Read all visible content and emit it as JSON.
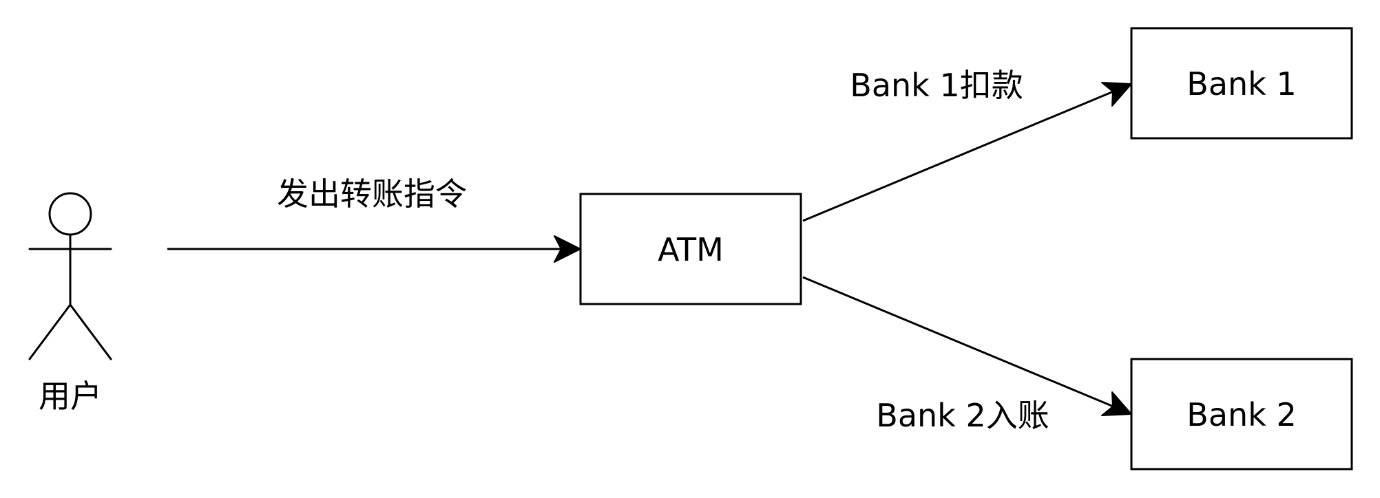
{
  "actor": {
    "label": "用户"
  },
  "nodes": {
    "atm": {
      "label": "ATM"
    },
    "bank1": {
      "label": "Bank 1"
    },
    "bank2": {
      "label": "Bank 2"
    }
  },
  "edges": {
    "user_to_atm": {
      "label": "发出转账指令"
    },
    "atm_to_bank1": {
      "label": "Bank 1扣款"
    },
    "atm_to_bank2": {
      "label": "Bank 2入账"
    }
  },
  "colors": {
    "stroke": "#000000",
    "background": "#ffffff"
  }
}
